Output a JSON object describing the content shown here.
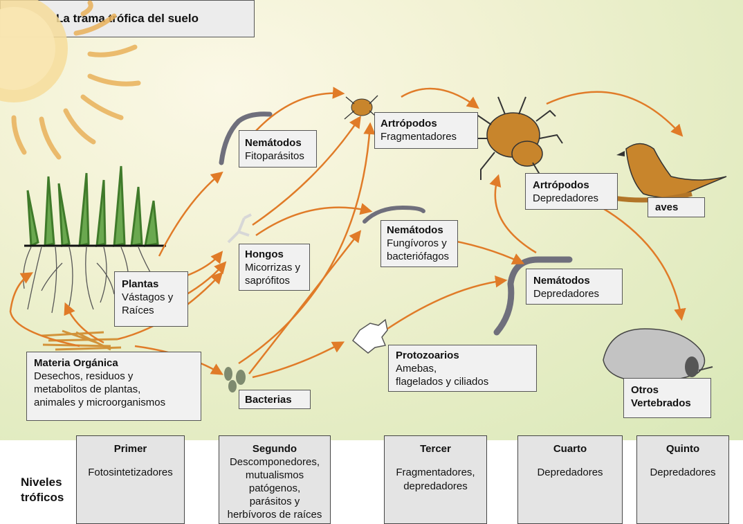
{
  "title": "La trama trófica del suelo",
  "nodes": {
    "plantas": {
      "title": "Plantas",
      "lines": [
        "Vástagos y",
        "Raíces"
      ]
    },
    "materia": {
      "title": "Materia Orgánica",
      "lines": [
        "Desechos, residuos y",
        "metabolitos de plantas,",
        "animales y microorganismos"
      ]
    },
    "nem_fito": {
      "title": "Nemátodos",
      "lines": [
        "Fitoparásitos"
      ]
    },
    "hongos": {
      "title": "Hongos",
      "lines": [
        "Micorrizas y",
        "saprófitos"
      ]
    },
    "bacterias": {
      "title": "Bacterias",
      "lines": []
    },
    "artro_frag": {
      "title": "Artrópodos",
      "lines": [
        "Fragmentadores"
      ]
    },
    "nem_fung": {
      "title": "Nemátodos",
      "lines": [
        "Fungívoros y",
        "bacteriófagos"
      ]
    },
    "protozoarios": {
      "title": "Protozoarios",
      "lines": [
        "Amebas,",
        "flagelados y ciliados"
      ]
    },
    "artro_dep": {
      "title": "Artrópodos",
      "lines": [
        "Depredadores"
      ]
    },
    "nem_dep": {
      "title": "Nemátodos",
      "lines": [
        "Depredadores"
      ]
    },
    "aves": {
      "title": "aves",
      "lines": []
    },
    "otros": {
      "title": "Otros",
      "lines": [
        "Vertebrados"
      ]
    }
  },
  "levels_label": [
    "Niveles",
    "tróficos"
  ],
  "levels": [
    {
      "title": "Primer",
      "desc": [
        "Fotosintetizadores"
      ]
    },
    {
      "title": "Segundo",
      "desc": [
        "Descomponedores,",
        "mutualismos",
        "patógenos,",
        "parásitos y",
        "herbívoros de raíces"
      ]
    },
    {
      "title": "Tercer",
      "desc": [
        "Fragmentadores,",
        "depredadores"
      ]
    },
    {
      "title": "Cuarto",
      "desc": [
        "Depredadores"
      ]
    },
    {
      "title": "Quinto",
      "desc": [
        "Depredadores"
      ]
    }
  ],
  "colors": {
    "arrow": "#e07b28",
    "organism": "#c8852c",
    "worm": "#6f6f7c",
    "sun": "#f3c77a"
  }
}
